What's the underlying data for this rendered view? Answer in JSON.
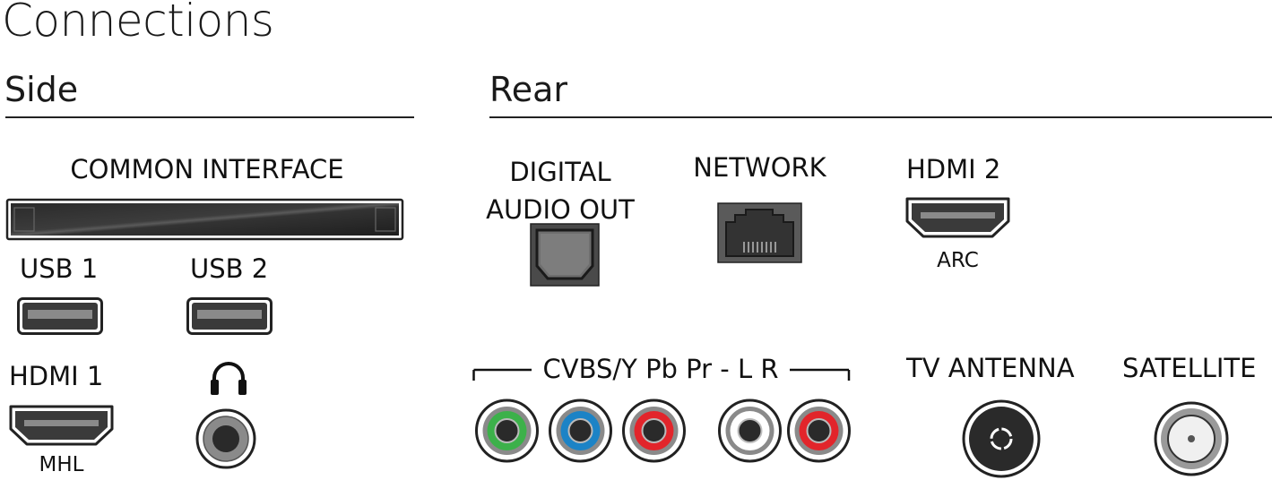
{
  "title": "Connections",
  "sections": {
    "side": "Side",
    "rear": "Rear"
  },
  "side": {
    "common_interface": "COMMON INTERFACE",
    "usb1": "USB 1",
    "usb2": "USB 2",
    "hdmi1": "HDMI 1",
    "hdmi1_sub": "MHL"
  },
  "rear": {
    "digital_audio_line1": "DIGITAL",
    "digital_audio_line2": "AUDIO OUT",
    "network": "NETWORK",
    "hdmi2": "HDMI 2",
    "hdmi2_sub": "ARC",
    "component_label": "CVBS/Y Pb Pr - L R",
    "tv_antenna": "TV ANTENNA",
    "satellite": "SATELLITE"
  },
  "colors": {
    "green": "#3cb14a",
    "blue": "#1c83c6",
    "red": "#e2252b",
    "white": "#ffffff",
    "connector_dark": "#3a3a3a"
  },
  "icons": [
    "headphones-icon",
    "usb-port-icon",
    "hdmi-port-icon",
    "optical-port-icon",
    "ethernet-port-icon",
    "rca-jack-icon",
    "coax-antenna-icon",
    "satellite-f-connector-icon",
    "ci-slot-icon",
    "audio-jack-icon"
  ]
}
